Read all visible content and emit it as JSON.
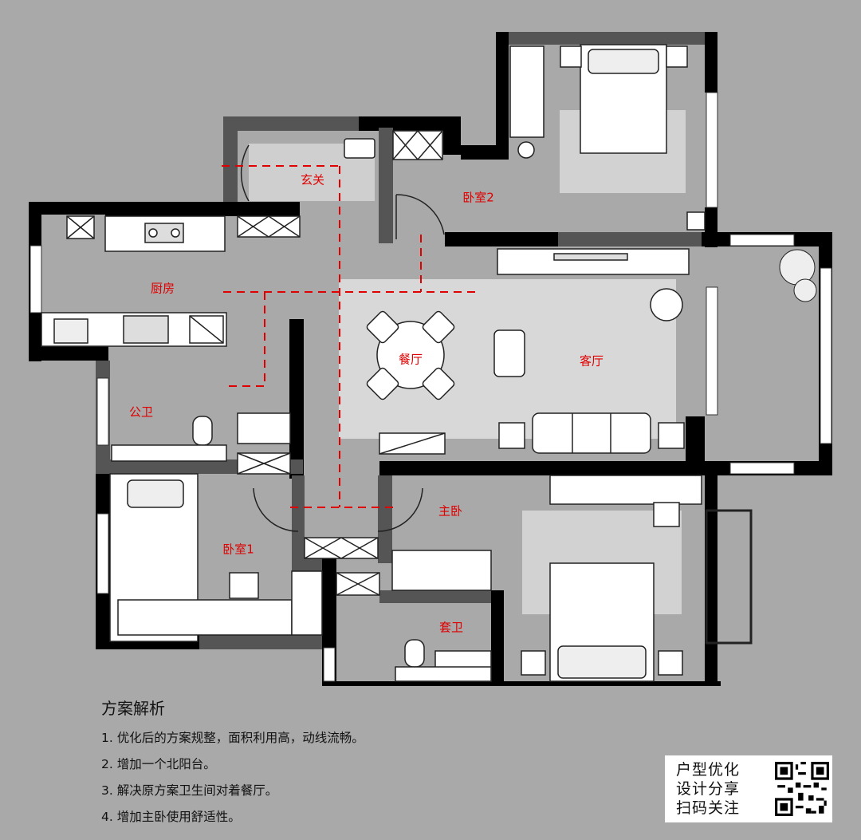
{
  "rooms": {
    "entrance": "玄关",
    "bedroom2": "卧室2",
    "kitchen": "厨房",
    "dining": "餐厅",
    "living": "客厅",
    "public_bath": "公卫",
    "master_bedroom": "主卧",
    "bedroom1": "卧室1",
    "ensuite_bath": "套卫"
  },
  "notes": {
    "title": "方案解析",
    "items": [
      "1. 优化后的方案规整，面积利用高，动线流畅。",
      "2. 增加一个北阳台。",
      "3. 解决原方案卫生间对着餐厅。",
      "4. 增加主卧使用舒适性。"
    ]
  },
  "badge": {
    "line1": "户型优化",
    "line2": "设计分享",
    "line3": "扫码关注"
  },
  "colors": {
    "background": "#a9a9a9",
    "wall": "#000000",
    "wall_gray": "#555555",
    "floor_light": "#d8d8d8",
    "route": "#e00000"
  }
}
